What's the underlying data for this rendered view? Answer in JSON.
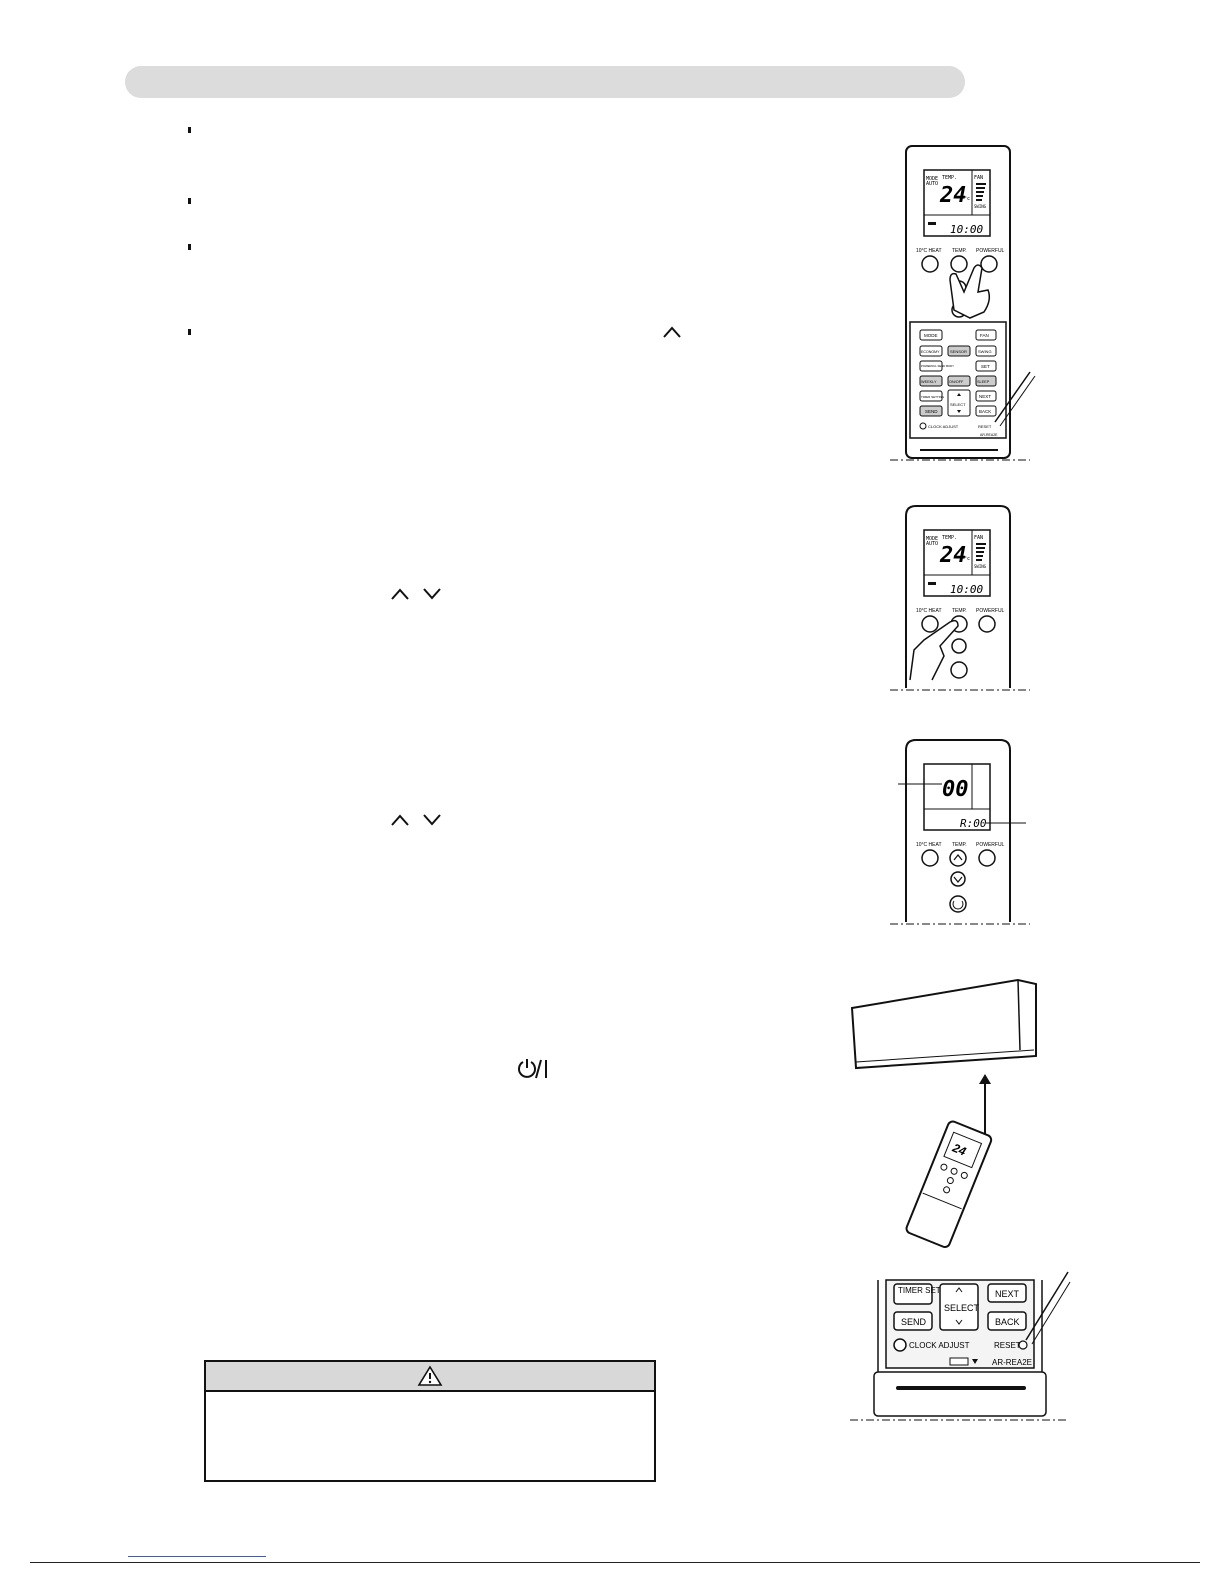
{
  "remote_top": {
    "lcd": {
      "mode_label": "MODE",
      "mode_value": "AUTO",
      "temp_label": "TEMP.",
      "temp_value": "24",
      "temp_unit": "°c",
      "fan_label": "FAN",
      "swing_label": "SWING",
      "time": "10:00"
    },
    "buttons": {
      "heat": "10°C HEAT",
      "temp": "TEMP.",
      "powerful": "POWERFUL"
    }
  },
  "remote_panel": {
    "buttons": [
      "MODE",
      "FAN",
      "ECONOMY",
      "SENSOR",
      "SWING",
      "POWERFUL SEND BODY",
      "SET",
      "WEEKLY",
      "ON/OFF",
      "SLEEP",
      "TIMER SETTING",
      "NEXT",
      "SEND",
      "BACK"
    ],
    "select_label": "SELECT",
    "clock_adjust": "CLOCK ADJUST",
    "reset": "RESET",
    "model": "AR-REA2E"
  },
  "remote_display_2": {
    "lcd_code": "00",
    "lcd_time": "R:00"
  },
  "remote_detail": {
    "timer_setting": "TIMER SETTING",
    "select_label": "SELECT",
    "next": "NEXT",
    "send": "SEND",
    "back": "BACK",
    "clock_adjust": "CLOCK ADJUST",
    "reset": "RESET",
    "model": "AR-REA2E"
  }
}
